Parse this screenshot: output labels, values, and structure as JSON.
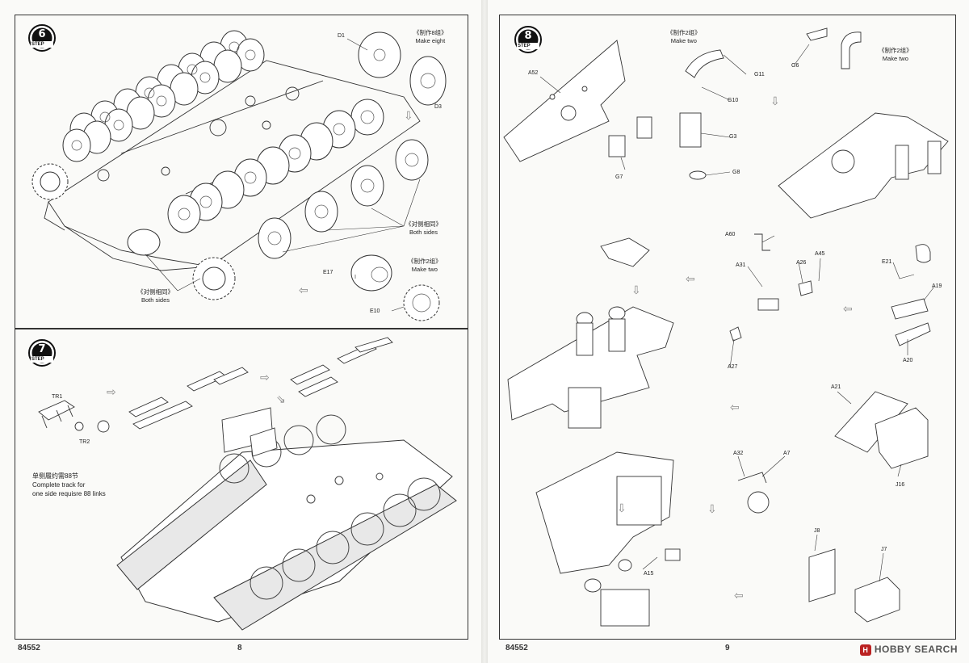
{
  "left_page": {
    "footer_code": "84552",
    "page_number": "8",
    "step6": {
      "number": "6",
      "badge_word": "STEP",
      "parts": {
        "d1": "D1",
        "d3": "D3",
        "e17": "E17",
        "e10": "E10"
      },
      "notes": {
        "make_eight_cn": "《制作8组》",
        "make_eight_en": "Make eight",
        "both_sides_cn_a": "《对侧相同》",
        "both_sides_en_a": "Both sides",
        "make_two_cn": "《制作2组》",
        "make_two_en": "Make two",
        "both_sides_cn_b": "《对侧相同》",
        "both_sides_en_b": "Both sides"
      }
    },
    "step7": {
      "number": "7",
      "badge_word": "STEP",
      "parts": {
        "tr1": "TR1",
        "tr2": "TR2"
      },
      "track_note_cn": "单侧履约需88节",
      "track_note_en_1": "Complete track for",
      "track_note_en_2": "one side requisre 88 links"
    }
  },
  "right_page": {
    "footer_code": "84552",
    "page_number": "9",
    "step8": {
      "number": "8",
      "badge_word": "STEP",
      "parts": {
        "a52": "A52",
        "g7": "G7",
        "g11": "G11",
        "g10": "G10",
        "g3": "G3",
        "g8": "G8",
        "g6": "G6",
        "a60": "A60",
        "a31": "A31",
        "a26": "A26",
        "a45": "A45",
        "a27": "A27",
        "e21": "E21",
        "a19": "A19",
        "a20": "A20",
        "a21": "A21",
        "j16": "J16",
        "a32": "A32",
        "a7": "A7",
        "a15": "A15",
        "j8": "J8",
        "j7": "J7"
      },
      "notes": {
        "make_two_cn_a": "《制作2组》",
        "make_two_en_a": "Make two",
        "make_two_cn_b": "《制作2组》",
        "make_two_en_b": "Make two"
      }
    }
  },
  "watermark": {
    "logo": "H",
    "text": "HOBBY SEARCH"
  }
}
